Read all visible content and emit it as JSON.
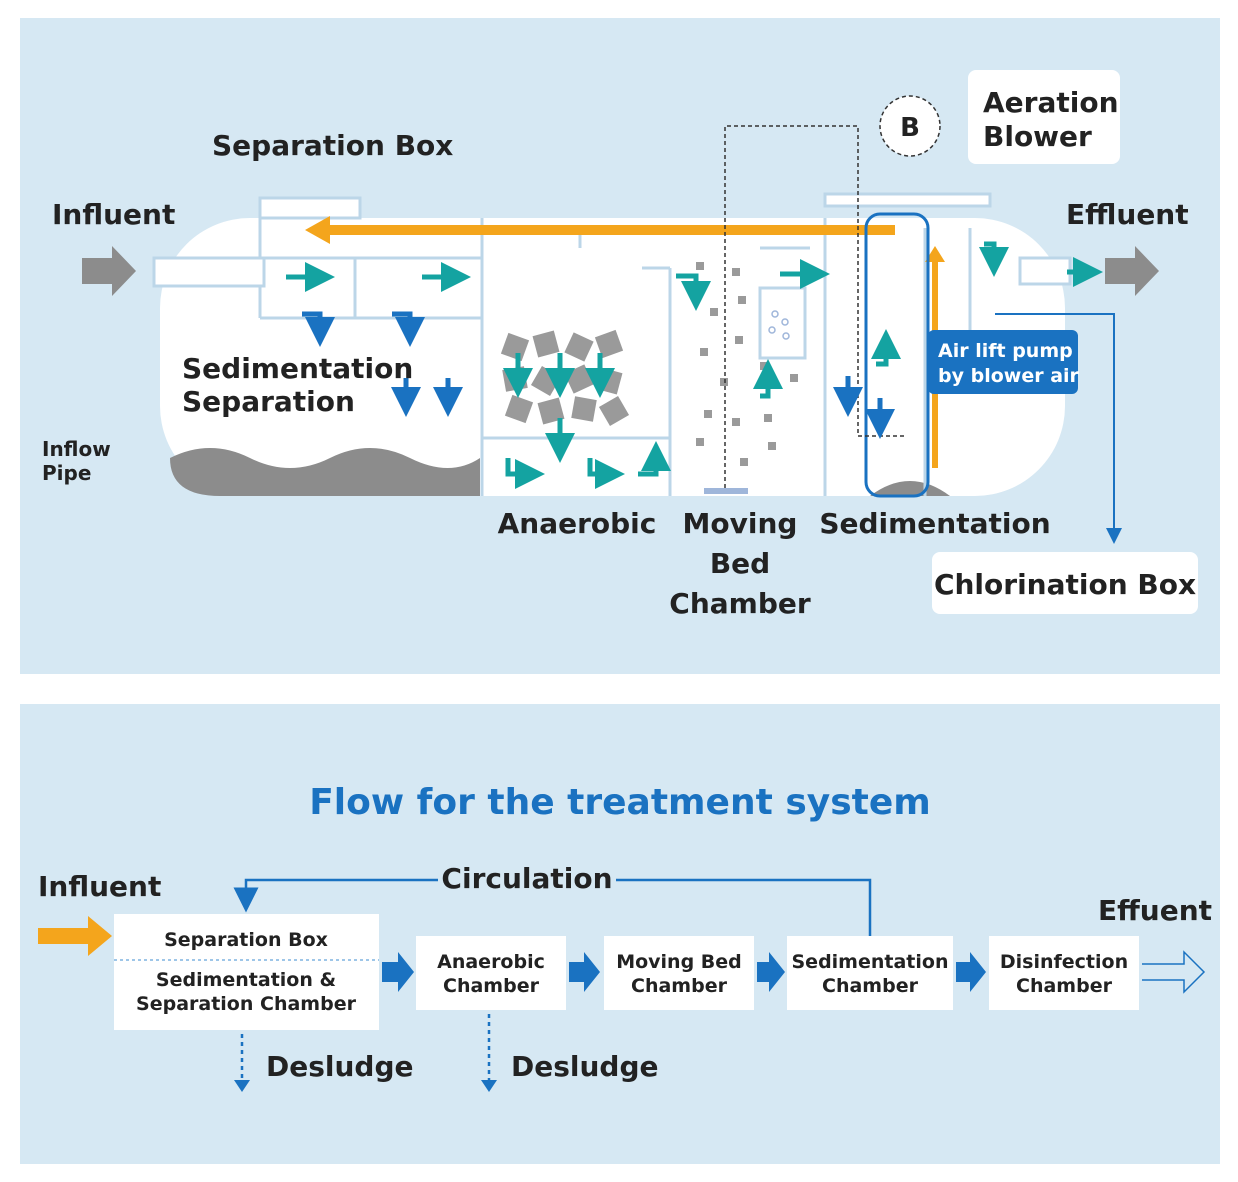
{
  "top": {
    "influent": "Influent",
    "effluent": "Effluent",
    "separation_box": "Separation Box",
    "aeration_blower_line1": "Aeration",
    "aeration_blower_line2": "Blower",
    "b_marker": "B",
    "sedimentation_separation_line1": "Sedimentation",
    "sedimentation_separation_line2": "Separation",
    "inflow_pipe_line1": "Inflow",
    "inflow_pipe_line2": "Pipe",
    "anaerobic": "Anaerobic",
    "moving_bed_line1": "Moving",
    "moving_bed_line2": "Bed",
    "moving_bed_line3": "Chamber",
    "sedimentation": "Sedimentation",
    "chlorination_box": "Chlorination Box",
    "air_lift_line1": "Air lift pump",
    "air_lift_line2": "by blower air"
  },
  "bottom": {
    "title": "Flow for the treatment system",
    "influent": "Influent",
    "effuent": "Effuent",
    "circulation": "Circulation",
    "sep_box_top": "Separation Box",
    "sep_box_bottom_line1": "Sedimentation &",
    "sep_box_bottom_line2": "Separation Chamber",
    "anaerobic_line1": "Anaerobic",
    "anaerobic_line2": "Chamber",
    "moving_bed_line1": "Moving Bed",
    "moving_bed_line2": "Chamber",
    "sedimentation_line1": "Sedimentation",
    "sedimentation_line2": "Chamber",
    "disinfection_line1": "Disinfection",
    "disinfection_line2": "Chamber",
    "desludge_1": "Desludge",
    "desludge_2": "Desludge"
  },
  "colors": {
    "panel_bg": "#d6e8f3",
    "blue": "#1a72c1",
    "teal": "#14a3a1",
    "orange": "#f4a51c",
    "gray": "#8c8c8c"
  }
}
